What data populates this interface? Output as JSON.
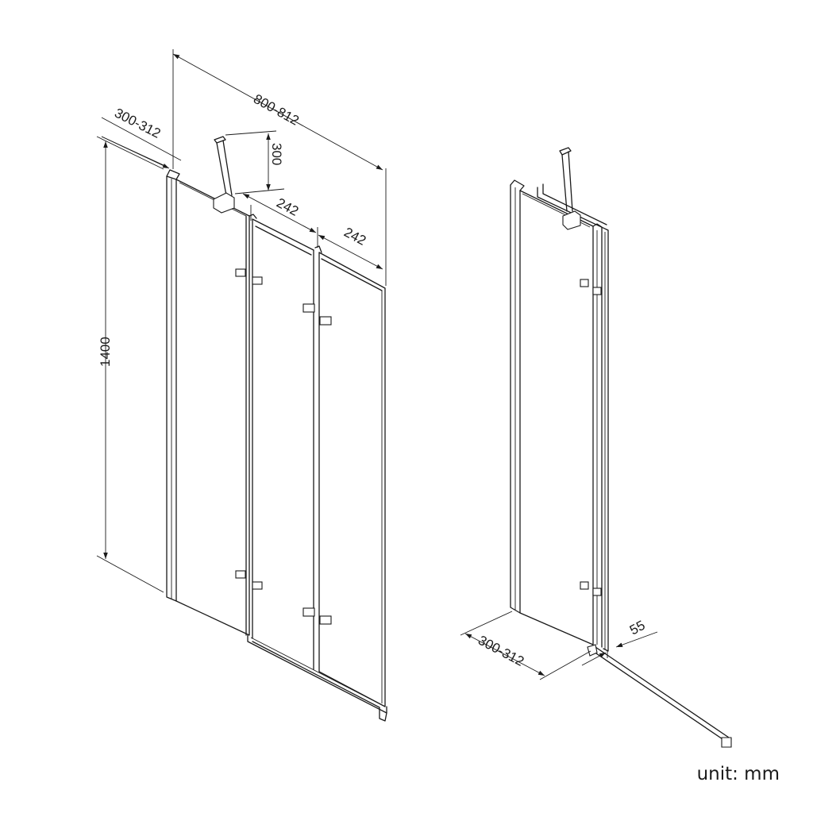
{
  "dimensions": {
    "total_width": "800-812",
    "fixed_panel_width": "300-312",
    "stabilizer_arm": "300",
    "door_leaf_1": "242",
    "door_leaf_2": "242",
    "height": "1400",
    "side_depth": "300-312",
    "bottom_offset": "55"
  },
  "unit_label": "unit: mm"
}
